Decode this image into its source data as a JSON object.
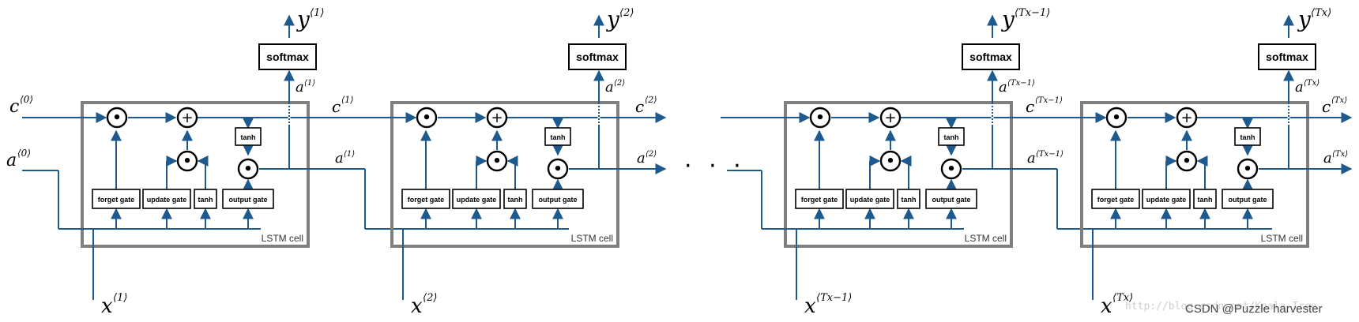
{
  "cells": [
    {
      "cell_label": "LSTM cell",
      "gates": {
        "forget": "forget gate",
        "update": "update gate",
        "tanh": "tanh",
        "output": "output gate",
        "tanh_top": "tanh"
      },
      "softmax": "softmax",
      "step": "⟨1⟩",
      "prev": "⟨0⟩"
    },
    {
      "cell_label": "LSTM cell",
      "gates": {
        "forget": "forget gate",
        "update": "update gate",
        "tanh": "tanh",
        "output": "output gate",
        "tanh_top": "tanh"
      },
      "softmax": "softmax",
      "step": "⟨2⟩"
    },
    {
      "cell_label": "LSTM cell",
      "gates": {
        "forget": "forget gate",
        "update": "update gate",
        "tanh": "tanh",
        "output": "output gate",
        "tanh_top": "tanh"
      },
      "softmax": "softmax",
      "step": "⟨Tx−1⟩"
    },
    {
      "cell_label": "LSTM cell",
      "gates": {
        "forget": "forget gate",
        "update": "update gate",
        "tanh": "tanh",
        "output": "output gate",
        "tanh_top": "tanh"
      },
      "softmax": "softmax",
      "step": "⟨Tx⟩"
    }
  ],
  "symbols": {
    "y": "y",
    "x": "x",
    "a": "a",
    "c": "c"
  },
  "operators": {
    "mult": "⊙",
    "add": "+"
  },
  "ellipsis": "· · ·",
  "watermark": "CSDN @Puzzle harvester",
  "watermark_faint": "http://blog.csdn.net/Koala_Tree"
}
